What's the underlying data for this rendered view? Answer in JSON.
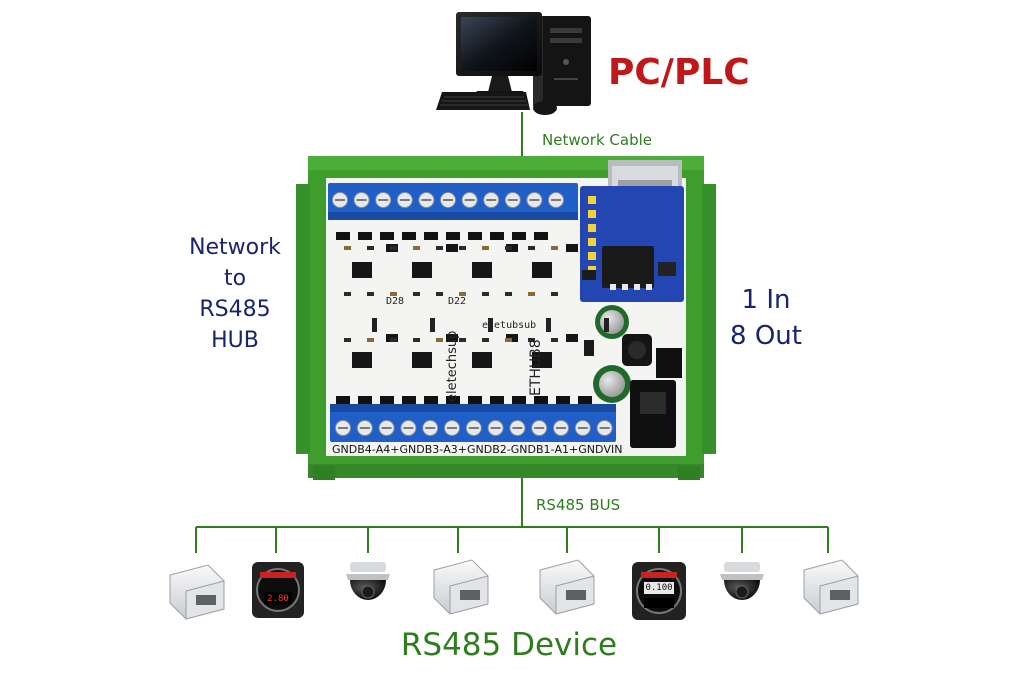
{
  "host": {
    "title": "PC/PLC",
    "icon": "desktop-computer-icon"
  },
  "network_cable_label": "Network Cable",
  "board": {
    "side_label_lines": [
      "Network",
      "to",
      "RS485",
      "HUB"
    ],
    "io_label_lines": [
      "1 In",
      "8 Out"
    ],
    "terminal_labels": [
      "GND",
      "B4-",
      "A4+",
      "GND",
      "B3-",
      "A3+",
      "GND",
      "B2-",
      "GND",
      "B1-",
      "A1+",
      "GND",
      "VIN"
    ],
    "silkscreen": [
      "D28",
      "D22",
      "eletechsup",
      "eletubsub",
      "ETHUB8"
    ],
    "colors": {
      "enclosure": "#3f9d2e",
      "terminal": "#1f5fc7",
      "pcb": "#f4f4f2",
      "module": "#2446b3"
    }
  },
  "bus_label": "RS485 BUS",
  "devices": {
    "title": "RS485 Device",
    "items": [
      {
        "icon": "io-module-icon"
      },
      {
        "icon": "digital-meter-icon",
        "reading": "2.80"
      },
      {
        "icon": "dome-camera-icon"
      },
      {
        "icon": "io-module-icon"
      },
      {
        "icon": "io-module-icon"
      },
      {
        "icon": "digital-meter-icon",
        "reading": "0.100"
      },
      {
        "icon": "dome-camera-icon"
      },
      {
        "icon": "io-module-icon"
      }
    ]
  }
}
